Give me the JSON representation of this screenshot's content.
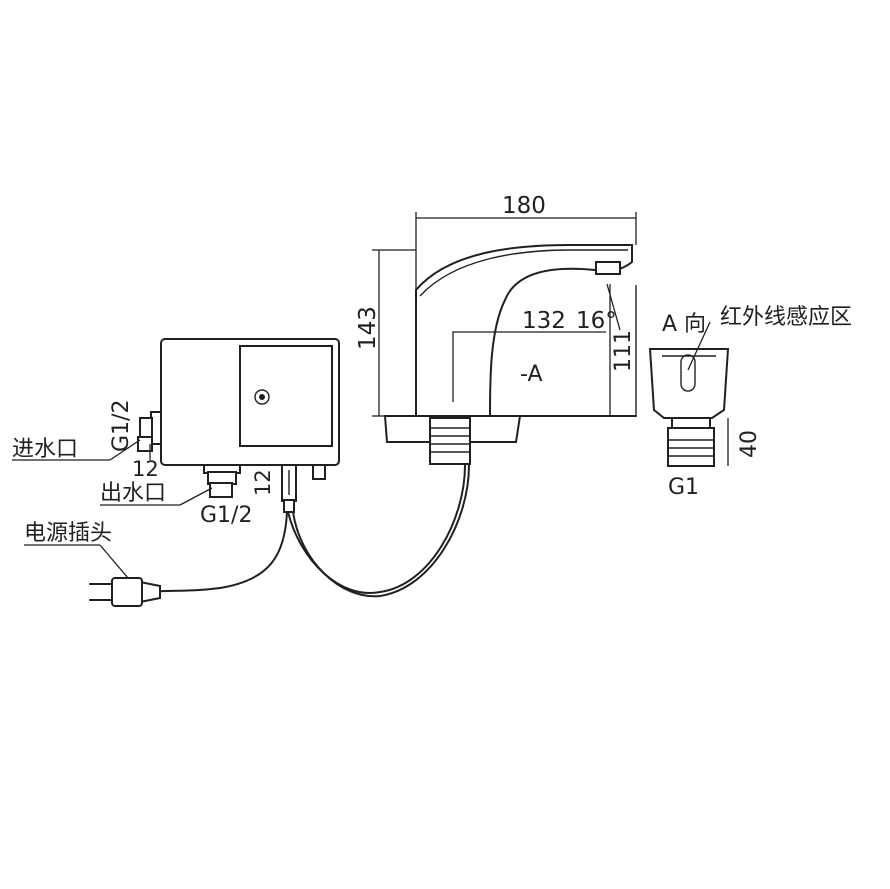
{
  "labels": {
    "water_inlet": "进水口",
    "water_outlet": "出水口",
    "power_plug": "电源插头",
    "inlet_thread": "G1/2",
    "outlet_thread": "G1/2",
    "inlet_dim": "12",
    "outlet_dim": "12",
    "width_dim": "180",
    "height_dim": "143",
    "reach_dim": "132",
    "angle_dim": "16°",
    "spout_height_dim": "111",
    "section_marker": "-A",
    "view_a_caption": "A 向",
    "sensor_zone": "红外线感应区",
    "shank_length_dim": "40",
    "shank_thread": "G1"
  }
}
